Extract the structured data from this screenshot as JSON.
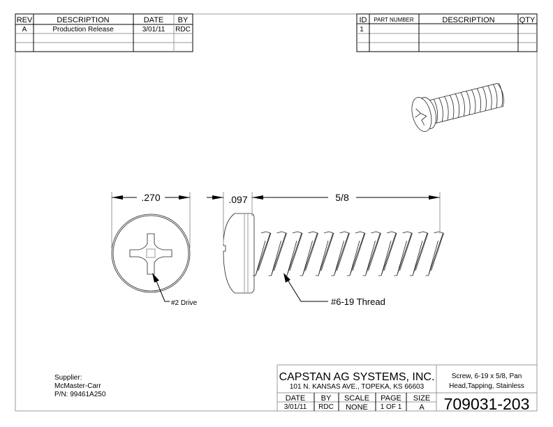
{
  "revision_table": {
    "headers": [
      "REV",
      "DESCRIPTION",
      "DATE",
      "BY"
    ],
    "rows": [
      [
        "A",
        "Production Release",
        "3/01/11",
        "RDC"
      ]
    ]
  },
  "parts_table": {
    "headers": [
      "ID",
      "PART NUMBER",
      "DESCRIPTION",
      "QTY"
    ],
    "rows": [
      [
        "1",
        "",
        "",
        ""
      ]
    ]
  },
  "dimensions": {
    "head_diameter": ".270",
    "head_height": ".097",
    "length": "5/8"
  },
  "callouts": {
    "drive": "#2 Drive",
    "thread": "#6-19 Thread"
  },
  "supplier": {
    "label": "Supplier:",
    "name": "McMaster-Carr",
    "part_number": "P/N: 99461A250"
  },
  "title_block": {
    "company": "CAPSTAN AG SYSTEMS, INC.",
    "address": "101 N. KANSAS AVE., TOPEKA, KS 66603",
    "description_line1": "Screw, 6-19 x 5/8, Pan",
    "description_line2": "Head,Tapping, Stainless",
    "headers": [
      "DATE",
      "BY",
      "SCALE",
      "PAGE",
      "SIZE"
    ],
    "values": [
      "3/01/11",
      "RDC",
      "NONE",
      "1 OF 1",
      "A"
    ],
    "drawing_number": "709031-203"
  }
}
